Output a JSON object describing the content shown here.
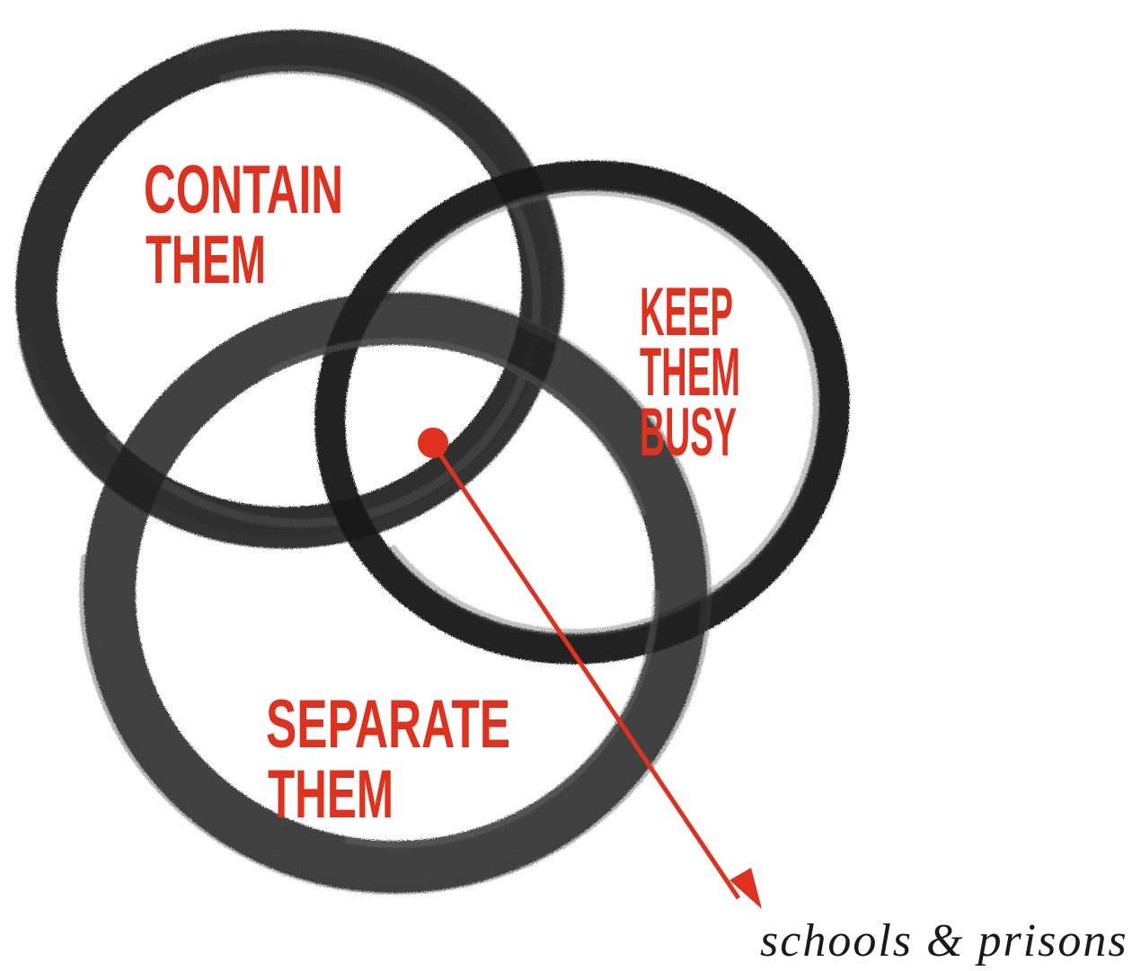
{
  "diagram": {
    "type": "venn",
    "sets": [
      {
        "id": "contain",
        "label_lines": [
          "CONTAIN",
          "THEM"
        ]
      },
      {
        "id": "keep-busy",
        "label_lines": [
          "KEEP",
          "THEM",
          "BUSY"
        ]
      },
      {
        "id": "separate",
        "label_lines": [
          "SEPARATE",
          "THEM"
        ]
      }
    ],
    "intersection_note": "schools & prisons",
    "colors": {
      "label": "#e0311f",
      "ring": "#1c1c1c",
      "caption": "#1a1a1a",
      "background": "#ffffff"
    }
  }
}
